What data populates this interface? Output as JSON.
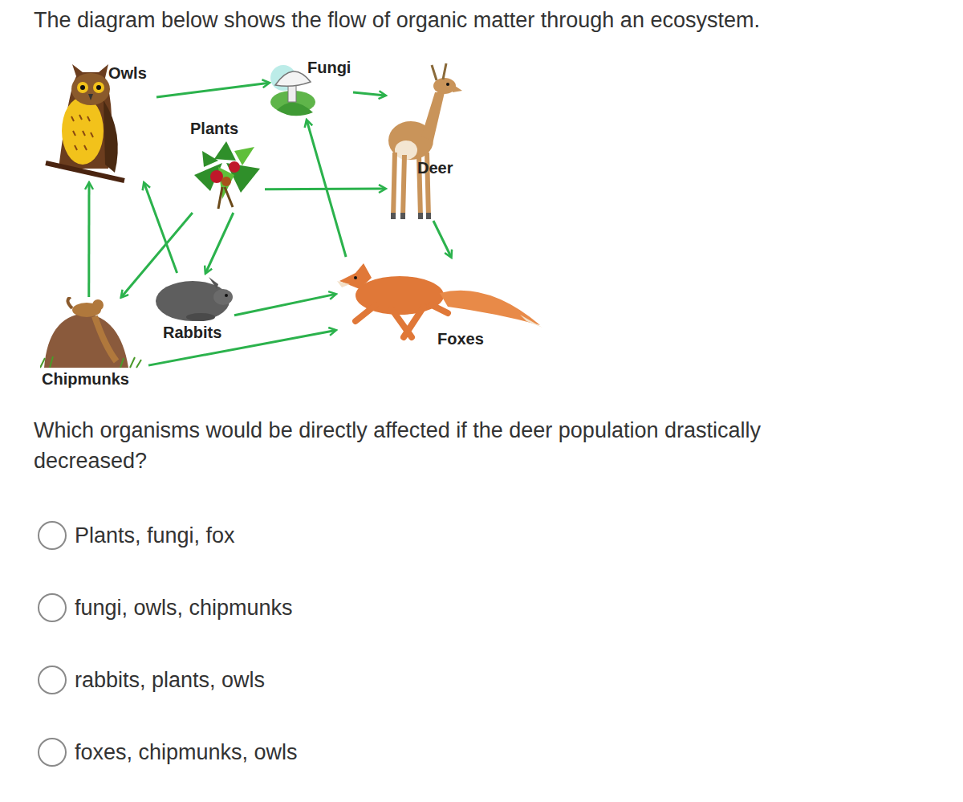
{
  "diagram": {
    "title": "The diagram below shows the flow of organic matter through an ecosystem.",
    "nodes": [
      {
        "text": [
          "Owls"
        ]
      },
      {
        "text": [
          "Fungi"
        ]
      },
      {
        "text": [
          "Plants"
        ]
      },
      {
        "text": [
          "Deer"
        ]
      },
      {
        "text": [
          "Rabbits"
        ]
      },
      {
        "text": [
          "Foxes"
        ]
      },
      {
        "text": [
          "Chipmunks"
        ]
      }
    ],
    "edges": [
      {
        "from": 0,
        "to": 1,
        "arrow": "to"
      },
      {
        "from": 1,
        "to": 3,
        "arrow": "to"
      },
      {
        "from": 2,
        "to": 3,
        "arrow": "to"
      },
      {
        "from": 3,
        "to": 5,
        "arrow": "to"
      },
      {
        "from": 5,
        "to": 1,
        "arrow": "to"
      },
      {
        "from": 4,
        "to": 5,
        "arrow": "to"
      },
      {
        "from": 6,
        "to": 5,
        "arrow": "to"
      },
      {
        "from": 6,
        "to": 0,
        "arrow": "to"
      },
      {
        "from": 4,
        "to": 0,
        "arrow": "to"
      },
      {
        "from": 2,
        "to": 6,
        "arrow": "to"
      },
      {
        "from": 2,
        "to": 4,
        "arrow": "to"
      }
    ],
    "labels": [
      "Which organisms would be directly affected if the deer population drastically decreased?",
      "Plants, fungi, fox",
      "fungi, owls, chipmunks",
      "rabbits, plants, owls",
      "foxes, chipmunks, owls"
    ]
  }
}
